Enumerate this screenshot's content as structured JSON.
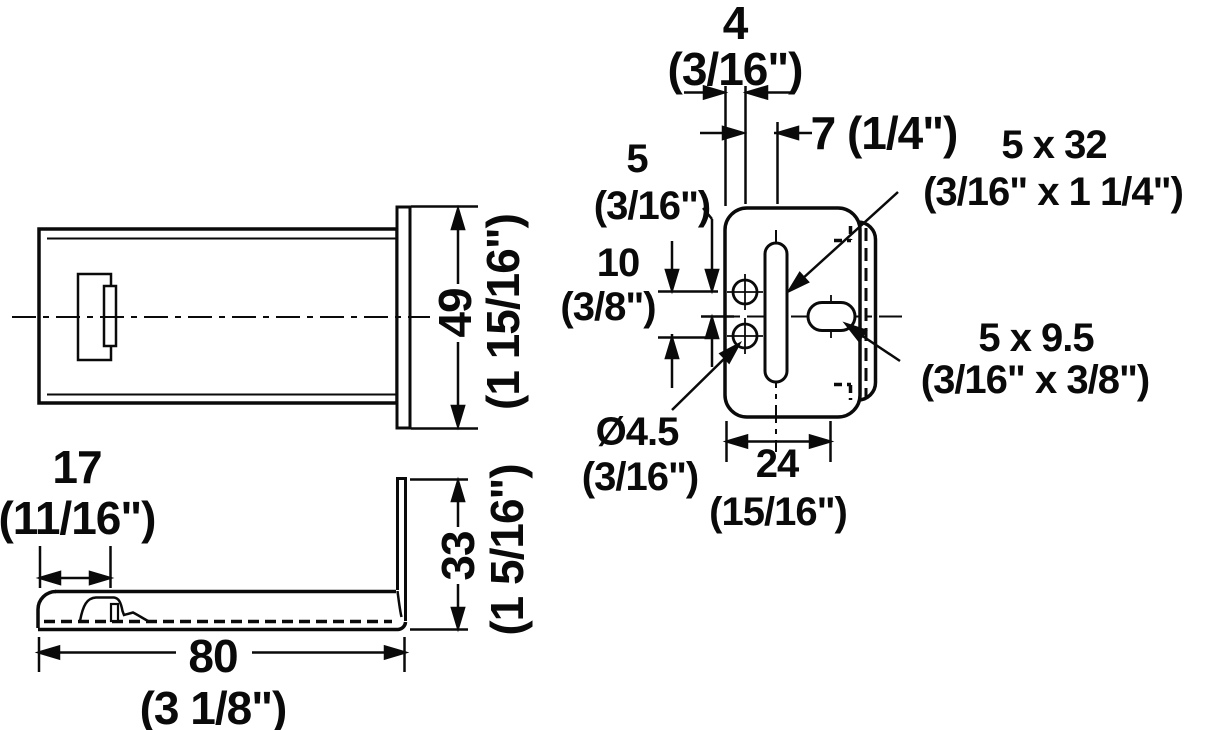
{
  "drawing": {
    "type": "technical-dimension-drawing",
    "part": "mounting bracket, three orthographic views",
    "units": "mm (inches)"
  },
  "colors": {
    "line": "#0a0a0a",
    "background": "#ffffff"
  },
  "dimensions": {
    "d49": {
      "mm": "49",
      "inch": "(1 15/16\")"
    },
    "d17": {
      "mm": "17",
      "inch": "(11/16\")"
    },
    "d80": {
      "mm": "80",
      "inch": "(3 1/8\")"
    },
    "d33": {
      "mm": "33",
      "inch": "(1 5/16\")"
    },
    "d4": {
      "mm": "4",
      "inch": "(3/16\")"
    },
    "d7": {
      "mm": "7 (1/4\")"
    },
    "d5": {
      "mm": "5",
      "inch": "(3/16\")"
    },
    "d10": {
      "mm": "10",
      "inch": "(3/8\")"
    },
    "d24": {
      "mm": "24",
      "inch": "(15/16\")"
    },
    "hole": {
      "mm": "Ø4.5",
      "inch": "(3/16\")"
    },
    "slot": {
      "mm": "5 x 32",
      "inch": "(3/16\" x 1 1/4\")"
    },
    "oval": {
      "mm": "5 x 9.5",
      "inch": "(3/16\" x 3/8\")"
    }
  }
}
